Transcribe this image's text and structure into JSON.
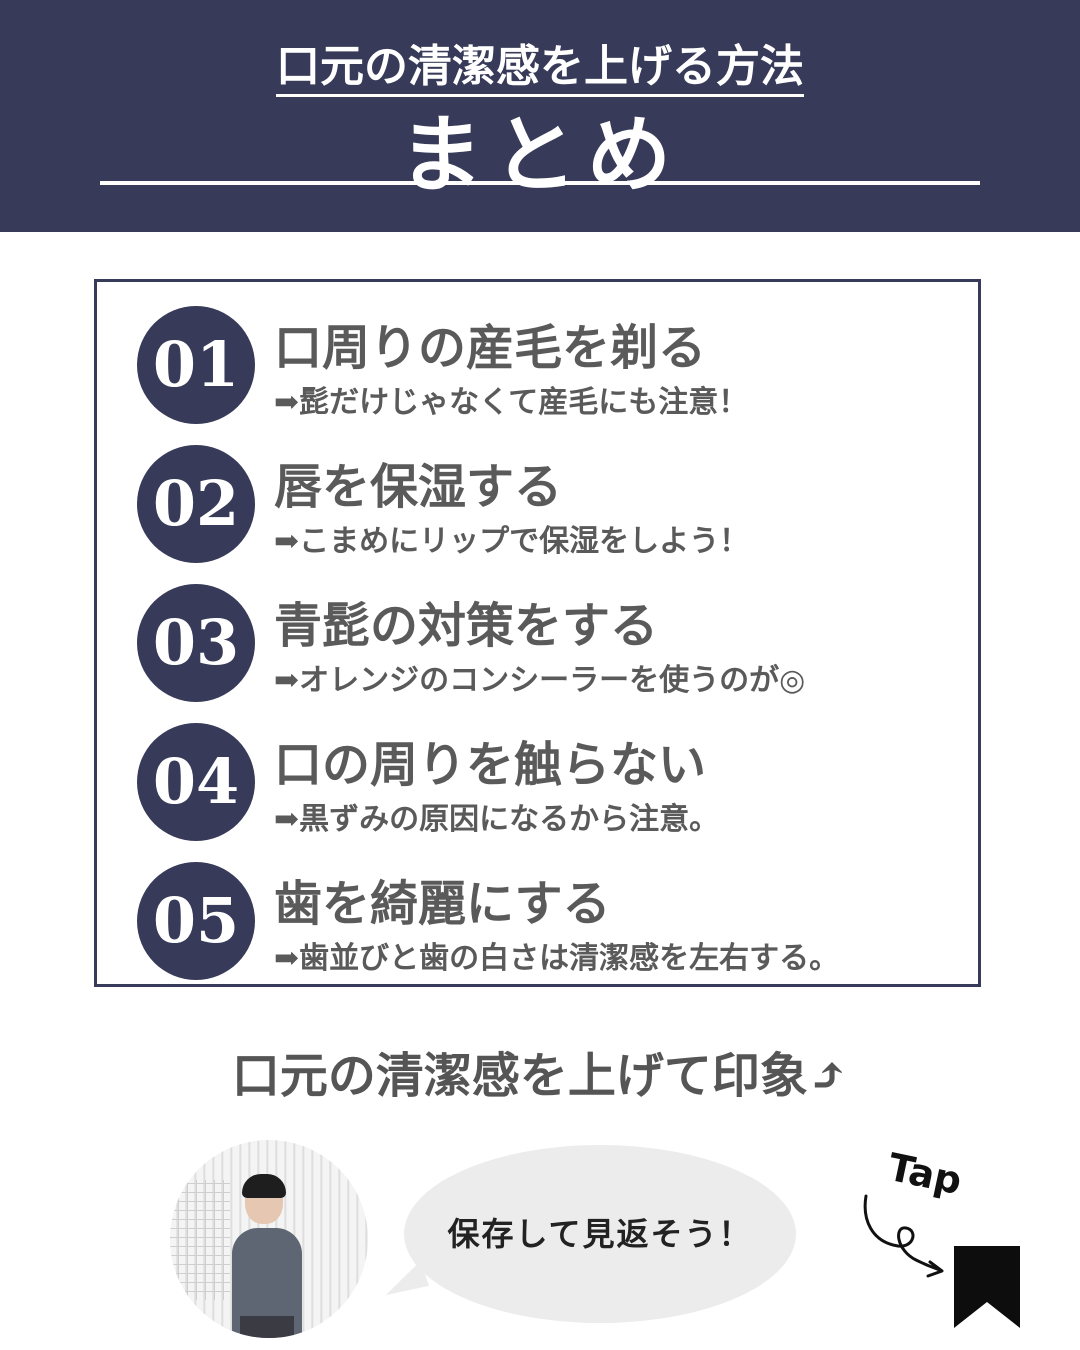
{
  "header": {
    "subtitle": "口元の清潔感を上げる方法",
    "title": "まとめ"
  },
  "items": [
    {
      "number": "01",
      "title": "口周りの産毛を剃る",
      "desc": "➡髭だけじゃなくて産毛にも注意！"
    },
    {
      "number": "02",
      "title": "唇を保湿する",
      "desc": "➡こまめにリップで保湿をしよう！"
    },
    {
      "number": "03",
      "title": "青髭の対策をする",
      "desc": "➡オレンジのコンシーラーを使うのが◎"
    },
    {
      "number": "04",
      "title": "口の周りを触らない",
      "desc": "➡黒ずみの原因になるから注意。"
    },
    {
      "number": "05",
      "title": "歯を綺麗にする",
      "desc": "➡歯並びと歯の白さは清潔感を左右する。"
    }
  ],
  "tagline": "口元の清潔感を上げて印象⤴",
  "bubble": {
    "text": "保存して見返そう！"
  },
  "tap": {
    "label": "Tap"
  },
  "colors": {
    "navy": "#373a58",
    "text_gray": "#5a5a5a",
    "bubble_gray": "#ececec"
  },
  "icons": {
    "bookmark": "bookmark-icon",
    "arrow": "curly-arrow-icon"
  }
}
